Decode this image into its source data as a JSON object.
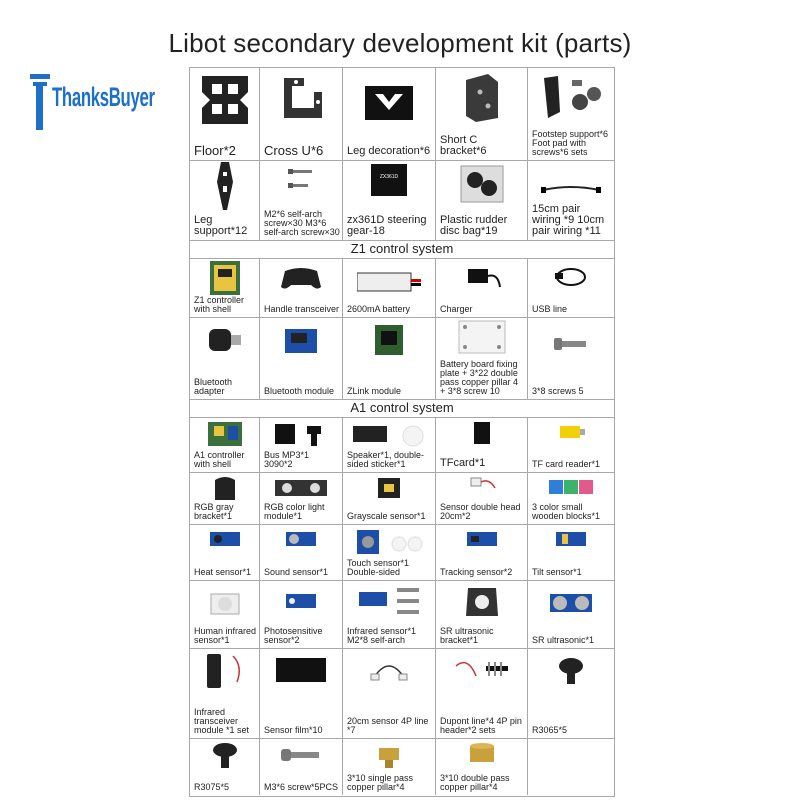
{
  "title": "Libot secondary development kit (parts)",
  "logo_text": "ThanksBuyer",
  "sections": {
    "z1": "Z1 control system",
    "a1": "A1 control system"
  },
  "parts_row1": [
    "Floor*2",
    "Cross U*6",
    "Leg decoration*6",
    "Short C bracket*6",
    "Footstep support*6 Foot pad with screws*6 sets"
  ],
  "parts_row2": [
    "Leg support*12",
    "M2*6 self-arch screw×30 M3*6 self-arch screw×30",
    "zx361D steering gear-18",
    "Plastic rudder disc bag*19",
    "15cm pair wiring *9 10cm pair wiring *11"
  ],
  "z1_row1": [
    "Z1 controller with shell",
    "Handle transceiver",
    "2600mA battery",
    "Charger",
    "USB line"
  ],
  "z1_row2": [
    "Bluetooth adapter",
    "Bluetooth module",
    "ZLink module",
    "Battery board fixing plate + 3*22 double pass copper pillar 4 + 3*8 screw 10",
    "3*8 screws 5"
  ],
  "a1_row1": [
    "A1 controller with shell",
    "Bus MP3*1 3090*2",
    "Speaker*1, double-sided sticker*1",
    "TFcard*1",
    "TF card reader*1"
  ],
  "a1_row2": [
    "RGB gray bracket*1",
    "RGB color light module*1",
    "Grayscale sensor*1",
    "Sensor double head 20cm*2",
    "3 color small wooden blocks*1"
  ],
  "a1_row3": [
    "Heat sensor*1",
    "Sound sensor*1",
    "Touch sensor*1 Double-sided",
    "Tracking sensor*2",
    "Tilt sensor*1"
  ],
  "a1_row4": [
    "Human infrared sensor*1",
    "Photosensitive sensor*2",
    "Infrared sensor*1 M2*8 self-arch",
    "SR ultrasonic bracket*1",
    "SR ultrasonic*1"
  ],
  "a1_row5": [
    "Infrared transceiver module *1 set",
    "Sensor film*10",
    "20cm sensor 4P line *7",
    "Dupont line*4 4P pin header*2 sets",
    "R3065*5"
  ],
  "a1_row6": [
    "R3075*5",
    "M3*6 screw*5PCS",
    "3*10 single pass copper pillar*4",
    "3*10 double pass copper pillar*4"
  ],
  "colors": {
    "logo": "#1e6fc8",
    "grid_line": "#a8a8a8",
    "sensor_blue": "#1d4fa8"
  },
  "icons": [
    "floor-plate-icon",
    "cross-u-bracket-icon",
    "leg-decoration-icon",
    "short-c-bracket-icon",
    "footstep-support-icon",
    "leg-support-icon",
    "screws-icon",
    "servo-gear-icon",
    "rudder-disc-bag-icon",
    "wiring-icon",
    "controller-board-icon",
    "gamepad-icon",
    "battery-icon",
    "charger-icon",
    "usb-cable-icon",
    "bluetooth-adapter-icon",
    "bluetooth-module-icon",
    "zlink-module-icon",
    "fixing-plate-icon",
    "screw-icon",
    "mp3-module-icon",
    "speaker-icon",
    "tf-card-icon",
    "card-reader-icon",
    "bracket-icon",
    "rgb-module-icon",
    "grayscale-sensor-icon",
    "cable-icon",
    "wooden-blocks-icon",
    "sensor-module-icon",
    "ultrasonic-icon",
    "remote-icon",
    "sensor-film-icon",
    "pin-header-icon",
    "rivet-icon",
    "copper-pillar-icon"
  ]
}
